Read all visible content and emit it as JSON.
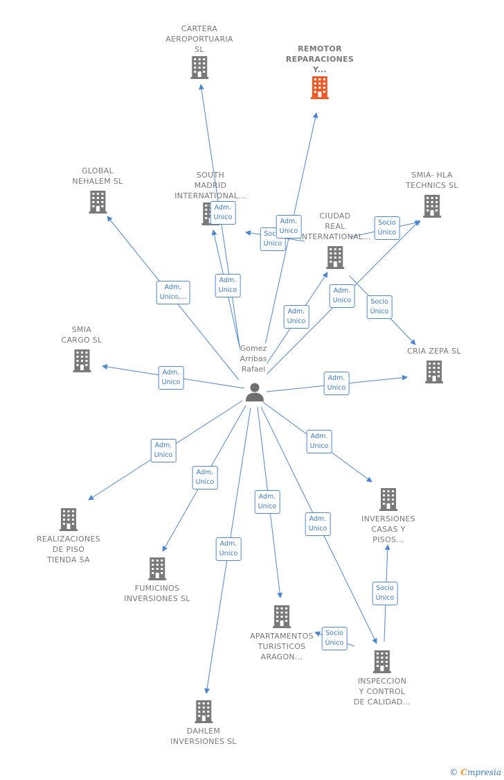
{
  "center": {
    "name_lines": [
      "Gomez",
      "Arribas",
      "Rafael"
    ],
    "icon": "person-icon"
  },
  "colors": {
    "edge": "#4a86d4",
    "node": "#7a7a7a",
    "highlight": "#f05a28"
  },
  "nodes": [
    {
      "id": "cartera",
      "lines": [
        "CARTERA",
        "AEROPORTUARIA",
        "SL"
      ],
      "highlight": false
    },
    {
      "id": "remotor",
      "lines": [
        "REMOTOR",
        "REPARACIONES",
        "Y..."
      ],
      "highlight": true
    },
    {
      "id": "global",
      "lines": [
        "GLOBAL",
        "NEHALEM SL"
      ],
      "highlight": false
    },
    {
      "id": "south",
      "lines": [
        "SOUTH",
        "MADRID",
        "INTERNATIONAL..."
      ],
      "highlight": false
    },
    {
      "id": "smiahla",
      "lines": [
        "SMIA- HLA",
        "TECHNICS SL"
      ],
      "highlight": false
    },
    {
      "id": "ciudad",
      "lines": [
        "CIUDAD",
        "REAL",
        "INTERNATIONAL..."
      ],
      "highlight": false
    },
    {
      "id": "smiacargo",
      "lines": [
        "SMIA",
        "CARGO SL"
      ],
      "highlight": false
    },
    {
      "id": "criazepa",
      "lines": [
        "CRIA ZEPA SL"
      ],
      "highlight": false
    },
    {
      "id": "inversiones",
      "lines": [
        "INVERSIONES",
        "CASAS Y",
        "PISOS..."
      ],
      "highlight": false
    },
    {
      "id": "realizaciones",
      "lines": [
        "REALIZACIONES",
        "DE PISO",
        "TIENDA SA"
      ],
      "highlight": false
    },
    {
      "id": "fumicinos",
      "lines": [
        "FUMICINOS",
        "INVERSIONES SL"
      ],
      "highlight": false
    },
    {
      "id": "apartamentos",
      "lines": [
        "APARTAMENTOS",
        "TURISTICOS",
        "ARAGON..."
      ],
      "highlight": false
    },
    {
      "id": "inspeccion",
      "lines": [
        "INSPECCION",
        "Y CONTROL",
        "DE CALIDAD..."
      ],
      "highlight": false
    },
    {
      "id": "dahlem",
      "lines": [
        "DAHLEM",
        "INVERSIONES SL"
      ],
      "highlight": false
    }
  ],
  "edge_labels": [
    {
      "id": "e-cartera",
      "lines": [
        "Adm.",
        "Unico"
      ]
    },
    {
      "id": "e-remotor",
      "lines": [
        "Adm.",
        "Unico"
      ]
    },
    {
      "id": "e-global",
      "lines": [
        "Adm.",
        "Unico,..."
      ]
    },
    {
      "id": "e-south",
      "lines": [
        "Adm.",
        "Unico"
      ]
    },
    {
      "id": "e-ciudad-south",
      "lines": [
        "Socio",
        "Único"
      ]
    },
    {
      "id": "e-ciudad-smiahla",
      "lines": [
        "Socio",
        "Único"
      ]
    },
    {
      "id": "e-ciudad",
      "lines": [
        "Adm.",
        "Unico"
      ]
    },
    {
      "id": "e-smiahla",
      "lines": [
        "Adm.",
        "Unico"
      ]
    },
    {
      "id": "e-ciudad-cria",
      "lines": [
        "Socio",
        "Único"
      ]
    },
    {
      "id": "e-smiacargo",
      "lines": [
        "Adm.",
        "Unico"
      ]
    },
    {
      "id": "e-criazepa",
      "lines": [
        "Adm.",
        "Unico"
      ]
    },
    {
      "id": "e-realizaciones",
      "lines": [
        "Adm.",
        "Unico"
      ]
    },
    {
      "id": "e-fumicinos",
      "lines": [
        "Adm.",
        "Unico"
      ]
    },
    {
      "id": "e-inversiones",
      "lines": [
        "Adm.",
        "Unico"
      ]
    },
    {
      "id": "e-apartamentos",
      "lines": [
        "Adm.",
        "Unico"
      ]
    },
    {
      "id": "e-inspeccion",
      "lines": [
        "Adm.",
        "Unico"
      ]
    },
    {
      "id": "e-dahlem",
      "lines": [
        "Adm.",
        "Unico"
      ]
    },
    {
      "id": "e-insp-inv",
      "lines": [
        "Socio",
        "Único"
      ]
    },
    {
      "id": "e-insp-apart",
      "lines": [
        "Socio",
        "Único"
      ]
    }
  ],
  "brand": {
    "copyright": "©",
    "initial": "C",
    "name": "mpresia"
  }
}
